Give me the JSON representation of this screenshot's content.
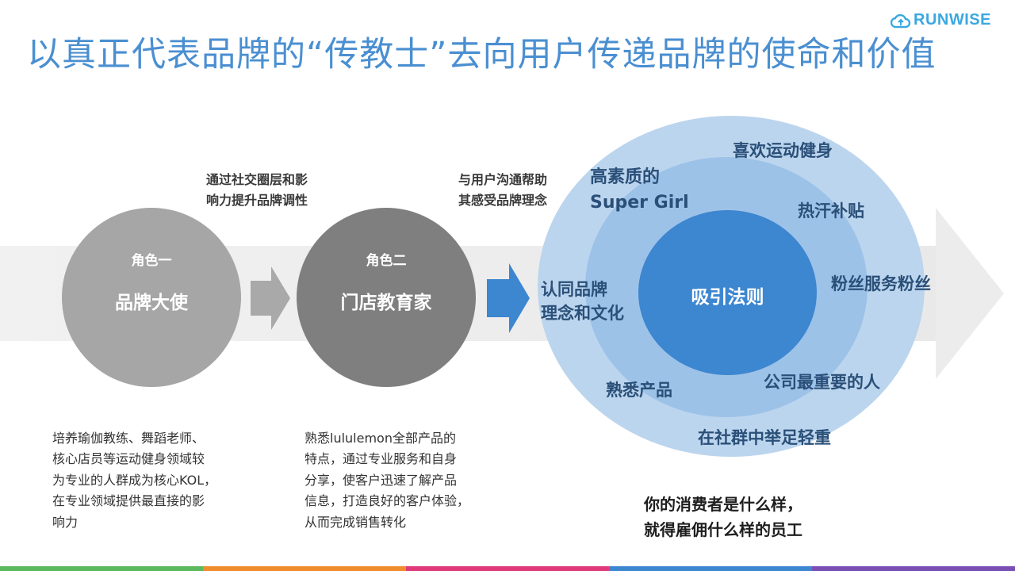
{
  "header": {
    "title": "以真正代表品牌的“传教士”去向用户传递品牌的使命和价值",
    "logo_text": "RUNWISE",
    "logo_icon": "cloud-icon"
  },
  "roles": [
    {
      "label": "角色一",
      "name": "品牌大使",
      "caption": [
        "通过社交圈层和影",
        "响力提升品牌调性"
      ],
      "description": [
        "培养瑜伽教练、舞蹈老师、",
        "核心店员等运动健身领域较",
        "为专业的人群成为核心KOL，",
        "在专业领域提供最直接的影",
        "响力"
      ]
    },
    {
      "label": "角色二",
      "name": "门店教育家",
      "caption": [
        "与用户沟通帮助",
        "其感受品牌理念"
      ],
      "description": [
        "熟悉lululemon全部产品的",
        "特点，通过专业服务和自身",
        "分享，使客户迅速了解产品",
        "信息，打造良好的客户体验，",
        "从而完成销售转化"
      ]
    }
  ],
  "attraction": {
    "core": "吸引法则",
    "labels": {
      "fitness": "喜欢运动健身",
      "super_girl": [
        "高素质的",
        "Super Girl"
      ],
      "subsidy": "热汗补贴",
      "fans": "粉丝服务粉丝",
      "brand": [
        "认同品牌",
        "理念和文化"
      ],
      "product": "熟悉产品",
      "important": "公司最重要的人",
      "community": "在社群中举足轻重"
    }
  },
  "conclusion": [
    "你的消费者是什么样，",
    "就得雇佣什么样的员工"
  ],
  "colors": {
    "title": "#4a8fd1",
    "role1": "#a6a6a6",
    "role2": "#7f7f7f",
    "ring_outer": "#bcd5ee",
    "ring_middle": "#9dc2e8",
    "ring_core": "#3d86d0",
    "footer": [
      "#5cb85c",
      "#f08c2e",
      "#e03a7a",
      "#3d86d0",
      "#7a4fb3"
    ]
  }
}
